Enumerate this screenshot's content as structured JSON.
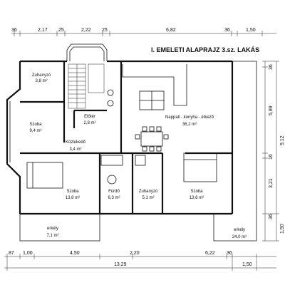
{
  "title": "I. EMELETI ALAPRAJZ  3.sz. LAKÁS",
  "top_dims": [
    "36",
    "2,17",
    "25",
    "2,22",
    "25",
    "6,82",
    "36",
    "1,50"
  ],
  "bottom_dims_1": [
    "87",
    "1,00",
    "4,50",
    "2,20",
    "6,22",
    "36"
  ],
  "bottom_dims_2": [
    "13,29",
    "1,50"
  ],
  "right_dims_inner": [
    "36",
    "5,89",
    "16",
    "3,21",
    "36"
  ],
  "right_dims_outer": [
    "9,12",
    "1,50"
  ],
  "rooms": [
    {
      "name": "Zuhanyzó",
      "area": "3,8 m²"
    },
    {
      "name": "Szoba",
      "area": "9,4 m²"
    },
    {
      "name": "Előtér",
      "area": "2,8 m²"
    },
    {
      "name": "Közlekedő",
      "area": "3,4 m²"
    },
    {
      "name": "Nappali - konyha - étkező",
      "area": "36,2 m²"
    },
    {
      "name": "Szoba",
      "area": "13,8 m²"
    },
    {
      "name": "Fürdő",
      "area": "6,3 m²"
    },
    {
      "name": "Zuhanyzó",
      "area": "5,1 m²"
    },
    {
      "name": "Szoba",
      "area": "13,6 m²"
    },
    {
      "name": "erkély",
      "area": "7,1 m²"
    },
    {
      "name": "erkély",
      "area": "24,0 m²"
    }
  ]
}
